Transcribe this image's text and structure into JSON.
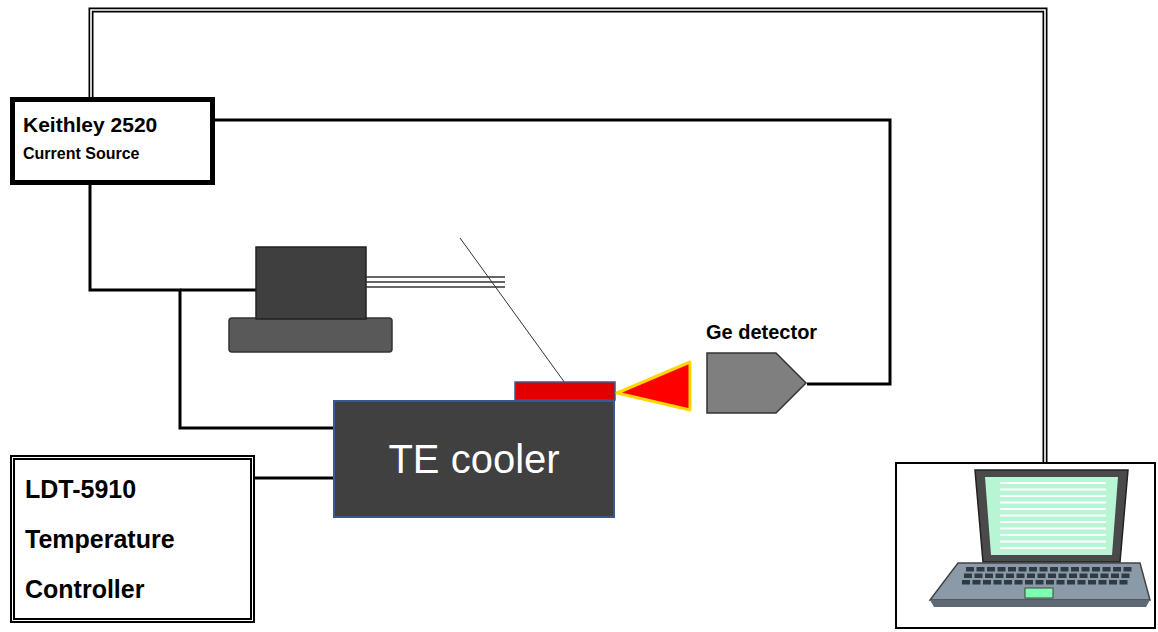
{
  "diagram": {
    "nodes": [
      {
        "text": [
          "Keithley 2520",
          "Current Source"
        ]
      },
      {
        "text": [
          "Ge detector"
        ]
      },
      {
        "text": [
          "TE cooler"
        ]
      },
      {
        "text": [
          "LDT-5910 Temperature Controller"
        ]
      }
    ],
    "edges": [
      {
        "from": 0,
        "to": 1,
        "arrow": "none"
      },
      {
        "from": 0,
        "to": 2,
        "arrow": "none"
      },
      {
        "from": 3,
        "to": 2,
        "arrow": "none"
      }
    ]
  }
}
